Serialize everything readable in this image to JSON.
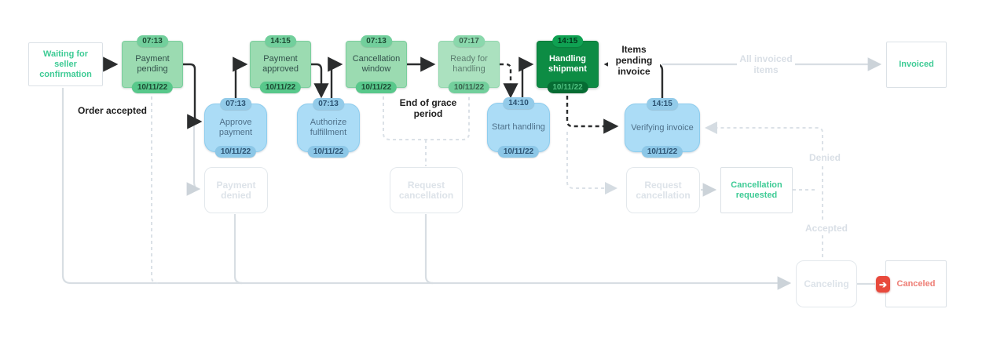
{
  "diagram": {
    "nodes": [
      {
        "id": "waiting-seller-confirmation",
        "title": "Waiting for seller confirmation",
        "kind": "outcome"
      },
      {
        "id": "payment-pending",
        "title": "Payment pending",
        "time": "07:13",
        "date": "10/11/22",
        "kind": "state-done"
      },
      {
        "id": "approve-payment",
        "title": "Approve payment",
        "time": "07:13",
        "date": "10/11/22",
        "kind": "action-done"
      },
      {
        "id": "payment-approved",
        "title": "Payment approved",
        "time": "14:15",
        "date": "10/11/22",
        "kind": "state-done"
      },
      {
        "id": "authorize-fulfillment",
        "title": "Authorize fulfillment",
        "time": "07:13",
        "date": "10/11/22",
        "kind": "action-done"
      },
      {
        "id": "cancellation-window",
        "title": "Cancellation window",
        "time": "07:13",
        "date": "10/11/22",
        "kind": "state-done"
      },
      {
        "id": "ready-for-handling",
        "title": "Ready for handling",
        "time": "07:17",
        "date": "10/11/22",
        "kind": "state-done"
      },
      {
        "id": "start-handling",
        "title": "Start handling",
        "time": "14:10",
        "date": "10/11/22",
        "kind": "action-done"
      },
      {
        "id": "handling-shipment",
        "title": "Handling shipment",
        "time": "14:15",
        "date": "10/11/22",
        "kind": "state-current"
      },
      {
        "id": "verifying-invoice",
        "title": "Verifying invoice",
        "time": "14:15",
        "date": "10/11/22",
        "kind": "action-done"
      },
      {
        "id": "invoiced",
        "title": "Invoiced",
        "kind": "outcome"
      },
      {
        "id": "payment-denied",
        "title": "Payment denied",
        "kind": "inactive"
      },
      {
        "id": "request-cancellation-1",
        "title": "Request cancellation",
        "kind": "inactive"
      },
      {
        "id": "request-cancellation-2",
        "title": "Request cancellation",
        "kind": "inactive"
      },
      {
        "id": "cancellation-requested",
        "title": "Cancellation requested",
        "kind": "outcome"
      },
      {
        "id": "canceling",
        "title": "Canceling",
        "kind": "inactive"
      },
      {
        "id": "canceled",
        "title": "Canceled",
        "kind": "outcome"
      }
    ],
    "edge_labels": {
      "order_accepted": "Order accepted",
      "end_of_grace_period": "End of grace period",
      "items_pending_invoice": "Items pending invoice",
      "all_invoiced_items": "All invoiced items",
      "denied": "Denied",
      "accepted": "Accepted"
    },
    "icons": {
      "canceled_arrow": "➔"
    },
    "colors": {
      "state_green": "#9bdbb1",
      "state_green_light": "#abe1bf",
      "state_green_current": "#0d8c44",
      "action_blue": "#abdcf6",
      "inactive_gray_text": "#dde3e9",
      "outcome_green_text": "#3ecb95",
      "outcome_red_text": "#ee7d74",
      "canceled_icon_red": "#e8493c",
      "edge_black": "#2b2d2e",
      "edge_gray": "#d8dee3"
    }
  }
}
